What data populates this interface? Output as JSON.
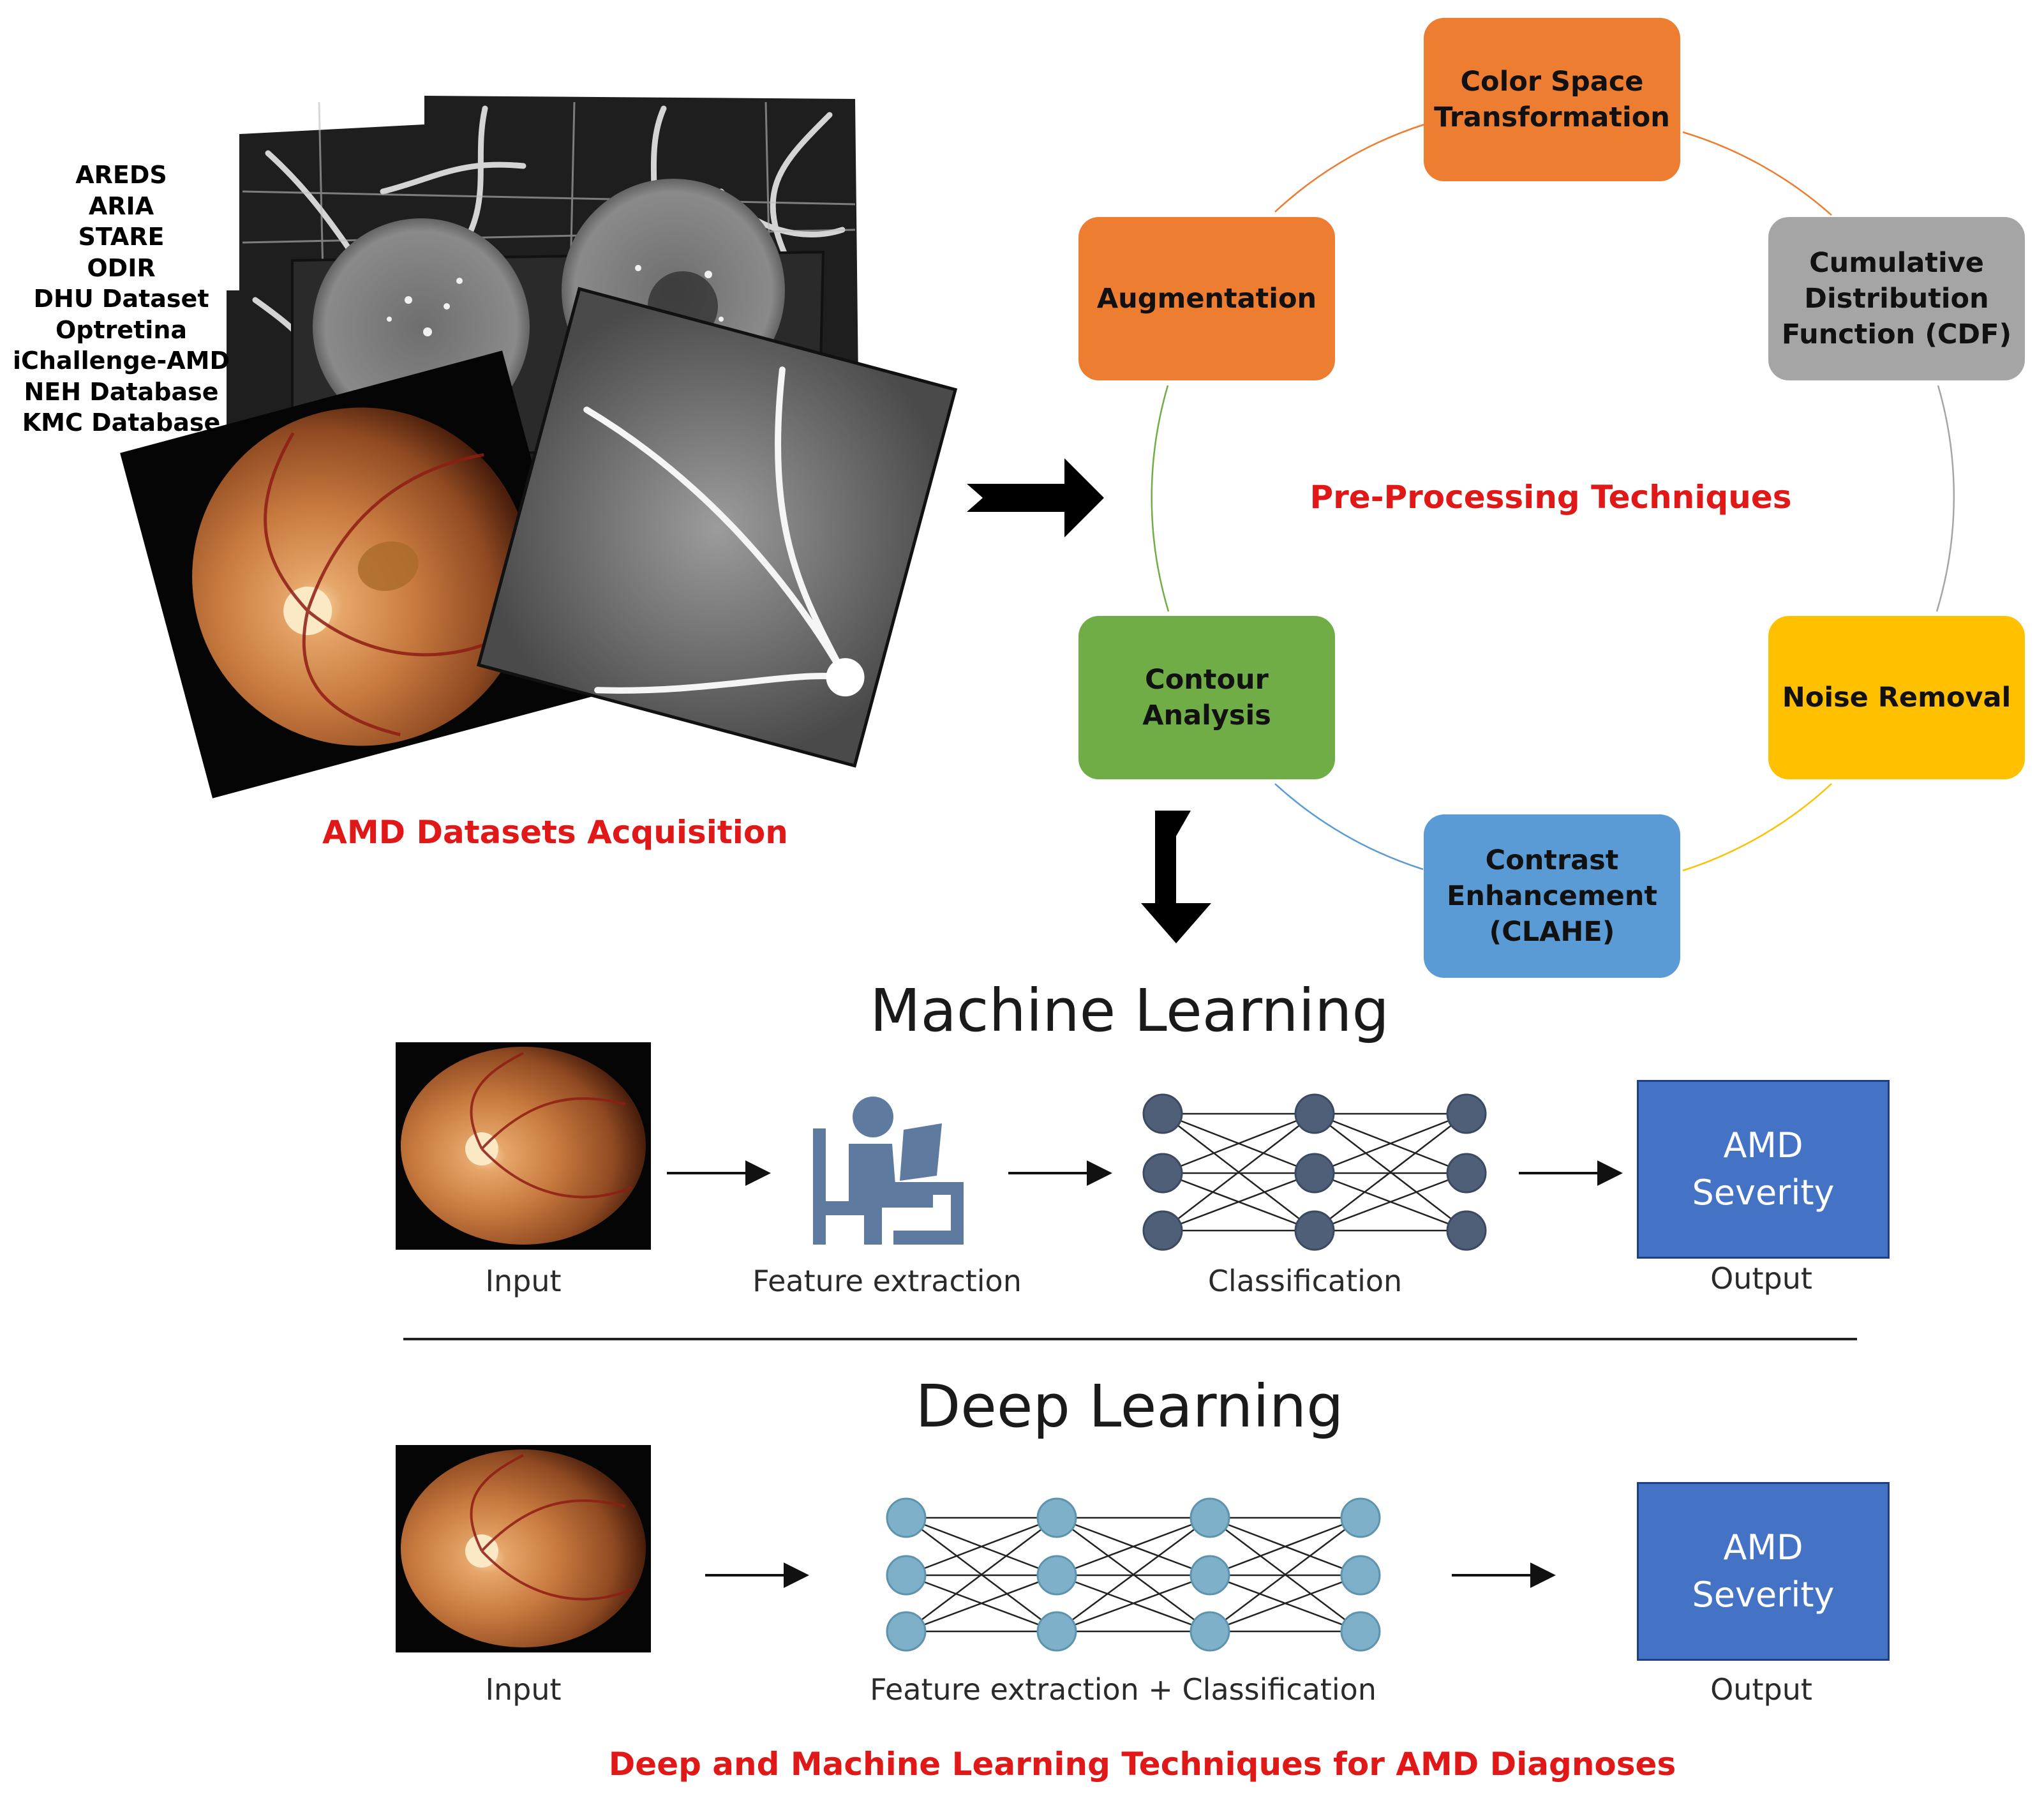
{
  "datasets": {
    "items": [
      "AREDS",
      "ARIA",
      "STARE",
      "ODIR",
      "DHU Dataset",
      "Optretina",
      "iChallenge-AMD",
      "NEH Database",
      "KMC Database"
    ]
  },
  "captions": {
    "acquisition": "AMD Datasets Acquisition",
    "preprocessing": "Pre-Processing Techniques",
    "footer": "Deep and Machine Learning Techniques for AMD Diagnoses"
  },
  "steps": {
    "color_space": "Color Space\nTransformation",
    "cdf": "Cumulative\nDistribution\nFunction (CDF)",
    "noise": "Noise Removal",
    "contrast": "Contrast\nEnhancement\n(CLAHE)",
    "contour": "Contour\nAnalysis",
    "augmentation": "Augmentation"
  },
  "colors": {
    "orange": "#ed7d31",
    "gray": "#a5a5a5",
    "yellow": "#ffc000",
    "blue": "#5b9bd5",
    "green": "#70ad47",
    "output_blue": "#4472c4",
    "node_dark": "#4f5f78",
    "node_light": "#7fb0c9",
    "caption_red": "#e01818"
  },
  "machine_learning": {
    "title": "Machine Learning",
    "input_label": "Input",
    "feature_label": "Feature extraction",
    "class_label": "Classification",
    "output_line1": "AMD",
    "output_line2": "Severity",
    "output_label": "Output"
  },
  "deep_learning": {
    "title": "Deep Learning",
    "input_label": "Input",
    "combined_label": "Feature extraction + Classification",
    "output_line1": "AMD",
    "output_line2": "Severity",
    "output_label": "Output"
  }
}
